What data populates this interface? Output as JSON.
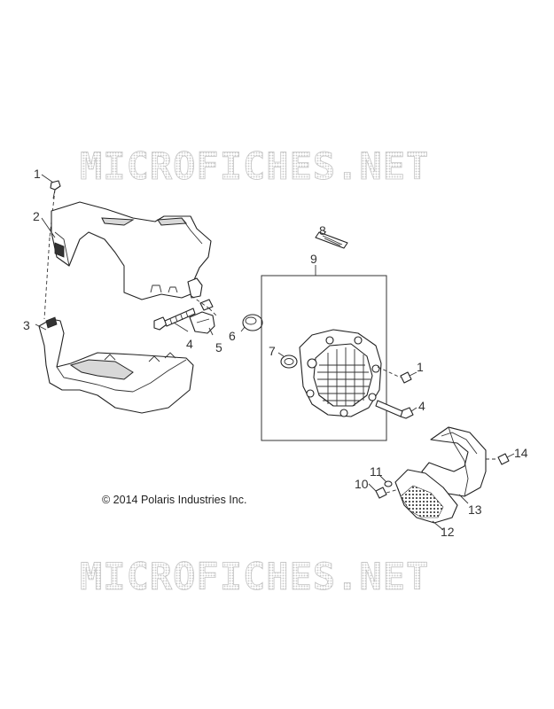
{
  "watermark": {
    "top": "MICROFICHES.NET",
    "bottom": "MICROFICHES.NET",
    "fill_color": "#e2e2e2",
    "stroke_color": "#c4c4c4"
  },
  "copyright": "© 2014 Polaris Industries Inc.",
  "callouts": {
    "c1a": "1",
    "c2": "2",
    "c3": "3",
    "c4a": "4",
    "c5": "5",
    "c6": "6",
    "c7": "7",
    "c8": "8",
    "c9": "9",
    "c1b": "1",
    "c4b": "4",
    "c10": "10",
    "c11": "11",
    "c12": "12",
    "c13": "13",
    "c14": "14"
  }
}
